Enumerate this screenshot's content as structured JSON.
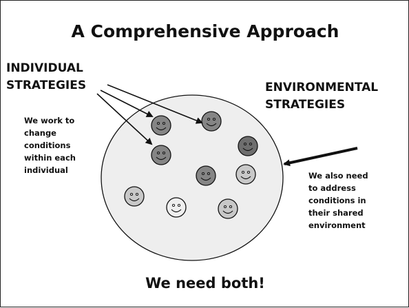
{
  "title": "A Comprehensive Approach",
  "individual_label": [
    "INDIVIDUAL",
    "STRATEGIES"
  ],
  "environmental_label": [
    "ENVIRONMENTAL",
    "STRATEGIES"
  ],
  "left_note": [
    "We work to",
    "change",
    "conditions",
    "within each",
    "individual"
  ],
  "right_note": [
    "We also need",
    "to address",
    "conditions in",
    "their shared",
    "environment"
  ],
  "conclusion": "We need both!",
  "colors": {
    "circle_fill": "#eeeeee",
    "face_dark": "#6e6e6e",
    "face_mid": "#858585",
    "face_light": "#c8c8c8",
    "face_white": "#efefef"
  },
  "faces": [
    {
      "id": "face-1",
      "tone": "face_mid",
      "targeted": true
    },
    {
      "id": "face-2",
      "tone": "face_mid",
      "targeted": true
    },
    {
      "id": "face-3",
      "tone": "face_mid",
      "targeted": true
    },
    {
      "id": "face-4",
      "tone": "face_dark",
      "targeted": false
    },
    {
      "id": "face-5",
      "tone": "face_mid",
      "targeted": false
    },
    {
      "id": "face-6",
      "tone": "face_light",
      "targeted": false
    },
    {
      "id": "face-7",
      "tone": "face_light",
      "targeted": false
    },
    {
      "id": "face-8",
      "tone": "face_white",
      "targeted": false
    },
    {
      "id": "face-9",
      "tone": "face_light",
      "targeted": false
    }
  ]
}
